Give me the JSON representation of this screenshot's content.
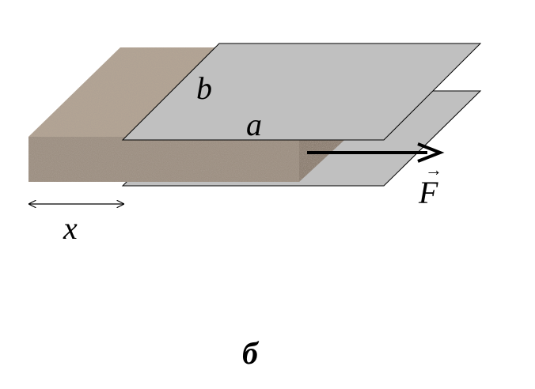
{
  "labels": {
    "b": "b",
    "a": "a",
    "force": "F",
    "force_vector_mark": "→",
    "x": "x",
    "caption": "б"
  },
  "colors": {
    "plate_fill": "#c0c0c0",
    "plate_stroke": "#000000",
    "dielectric_base": "#a59788",
    "dielectric_top": "#b4a595",
    "dielectric_front": "#9c8f82",
    "dielectric_side": "#8a7d70",
    "arrow": "#000000",
    "background": "#ffffff"
  }
}
